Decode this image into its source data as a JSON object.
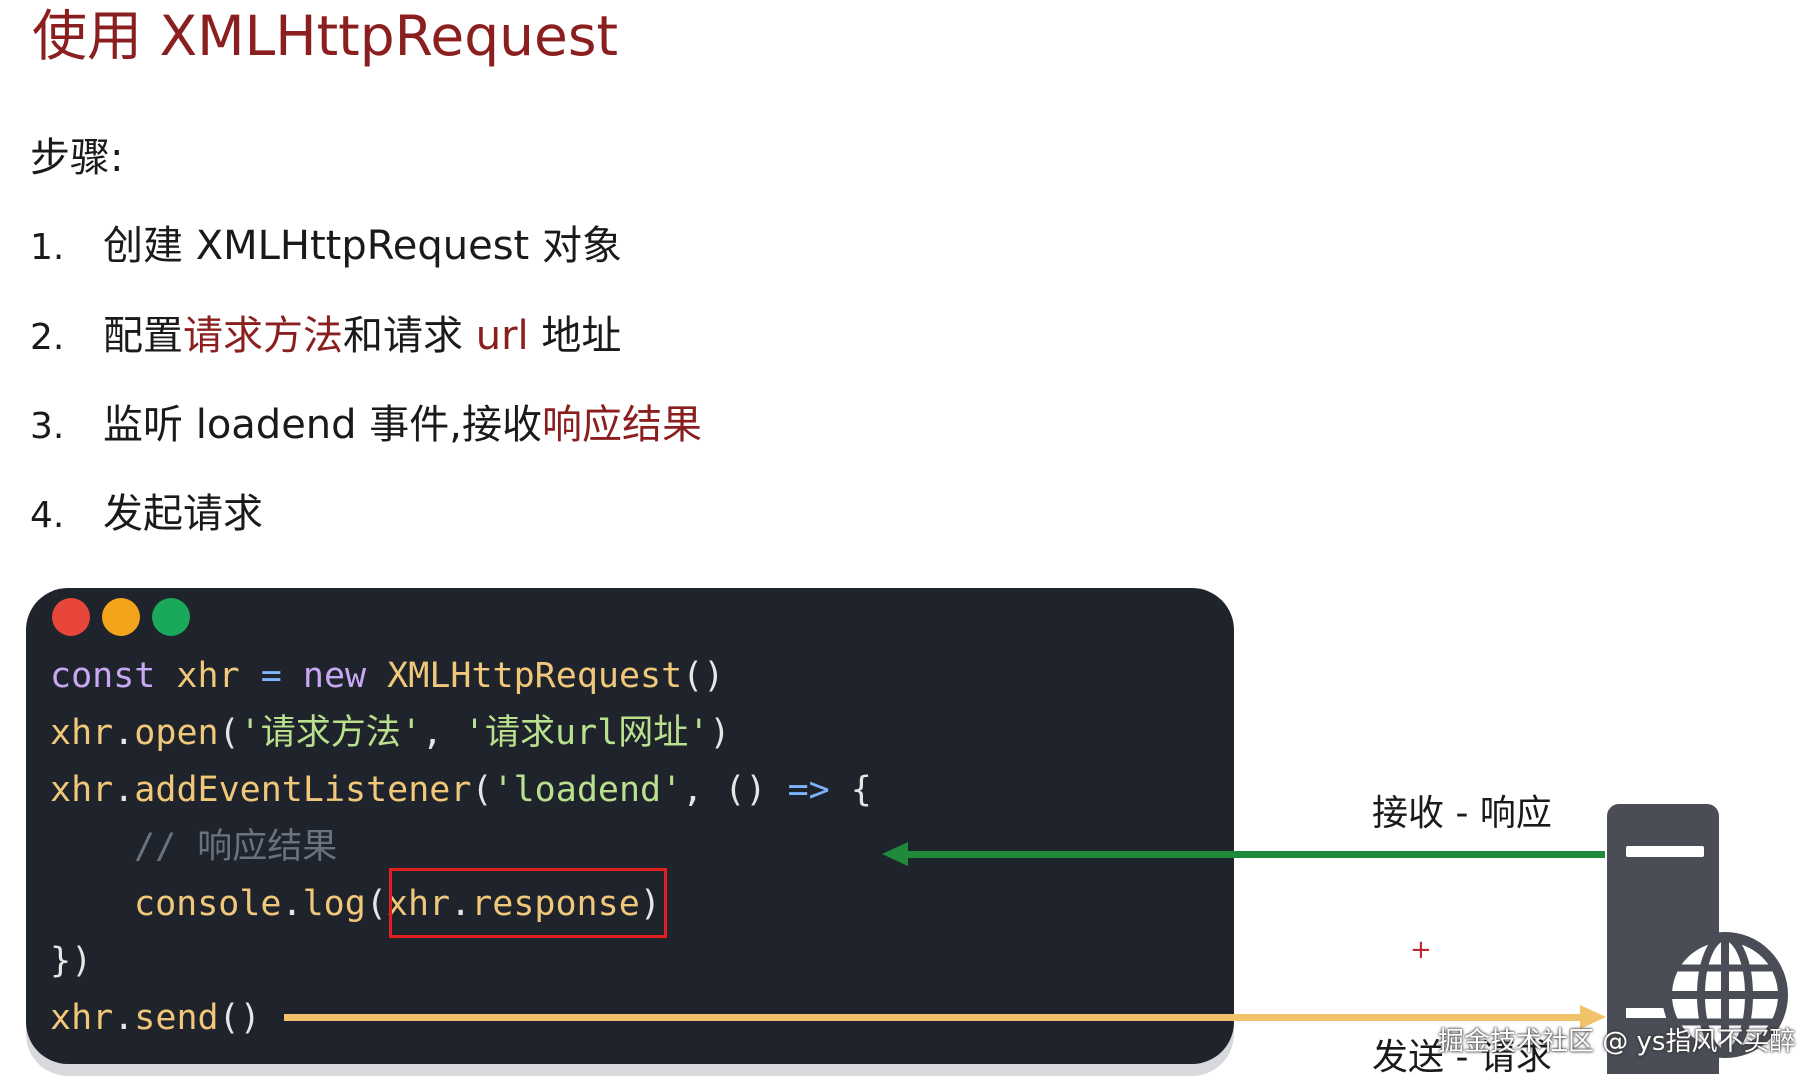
{
  "title": "使用 XMLHttpRequest",
  "steps_heading": "步骤:",
  "steps": [
    {
      "num": "1.",
      "parts": [
        {
          "t": "创建 XMLHttpRequest 对象",
          "hl": false
        }
      ]
    },
    {
      "num": "2.",
      "parts": [
        {
          "t": "配置",
          "hl": false
        },
        {
          "t": "请求方法",
          "hl": true
        },
        {
          "t": "和请求 ",
          "hl": false
        },
        {
          "t": "url",
          "hl": true
        },
        {
          "t": " 地址",
          "hl": false
        }
      ]
    },
    {
      "num": "3.",
      "parts": [
        {
          "t": "监听 loadend 事件,接收",
          "hl": false
        },
        {
          "t": "响应结果",
          "hl": true
        }
      ]
    },
    {
      "num": "4.",
      "parts": [
        {
          "t": "发起请求",
          "hl": false
        }
      ]
    }
  ],
  "window_dots": {
    "red": "#e8463b",
    "yellow": "#f4a41a",
    "green": "#1aa85a"
  },
  "code": {
    "line1": {
      "kw": "const",
      "var": " xhr",
      "op": " =",
      "kw2": " new",
      "cls": " XMLHttpRequest",
      "punc": "()"
    },
    "line2": {
      "var": "xhr",
      "dot": ".",
      "fn": "open",
      "p1": "(",
      "s1": "'请求方法'",
      "comma": ", ",
      "s2": "'请求url网址'",
      "p2": ")"
    },
    "line3": {
      "var": "xhr",
      "dot": ".",
      "fn": "addEventListener",
      "p1": "(",
      "s1": "'loadend'",
      "comma": ", ",
      "args": "()",
      "arrow": " =>",
      "brace": " {"
    },
    "line4": {
      "comment": "// 响应结果"
    },
    "line5": {
      "fn": "console",
      "dot": ".",
      "fn2": "log",
      "p1": "(",
      "var": "xhr",
      "dot2": ".",
      "prop": "response",
      "p2": ")"
    },
    "line6": {
      "close": "})"
    },
    "line7": {
      "var": "xhr",
      "dot": ".",
      "fn": "send",
      "punc": "()"
    }
  },
  "labels": {
    "receive": "接收 - 响应",
    "send": "发送 - 请求",
    "plus": "+"
  },
  "colors": {
    "title": "#8b1e1e",
    "highlight": "#8b1e1e",
    "code_bg": "#1f242c",
    "receive_arrow": "#1f8a3a",
    "send_arrow": "#f2c26a",
    "highlight_box": "#e02020",
    "server": "#4a4d55"
  },
  "icons": {
    "server": "server-icon",
    "globe": "globe-icon"
  },
  "watermark": "掘金技术社区 @ ys指风不买醉"
}
